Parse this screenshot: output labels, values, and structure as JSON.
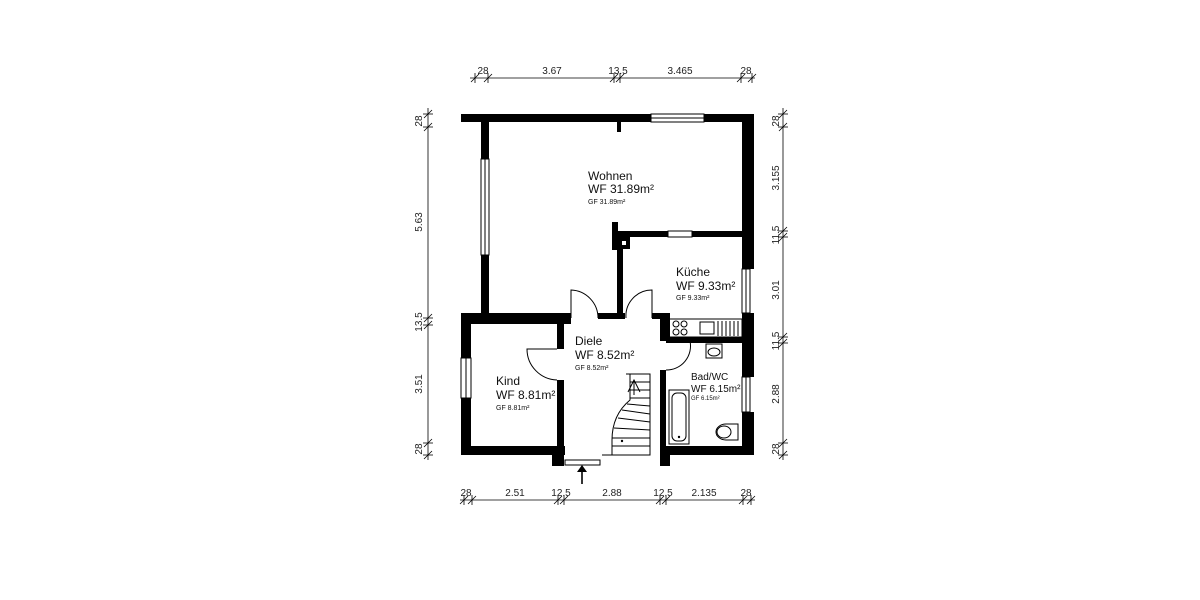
{
  "dimensions": {
    "top": [
      "28",
      "3.67",
      "13.5",
      "3.465",
      "28"
    ],
    "bottom": [
      "28",
      "2.51",
      "12.5",
      "2.88",
      "12.5",
      "2.135",
      "28"
    ],
    "left": [
      "28",
      "5.63",
      "13.5",
      "3.51",
      "28"
    ],
    "right": [
      "28",
      "3.155",
      "11.5",
      "3.01",
      "11.5",
      "2.88",
      "28"
    ]
  },
  "rooms": {
    "wohnen": {
      "name": "Wohnen",
      "wf": "WF 31.89m²",
      "gf": "GF 31.89m²"
    },
    "kueche": {
      "name": "Küche",
      "wf": "WF 9.33m²",
      "gf": "GF 9.33m²"
    },
    "diele": {
      "name": "Diele",
      "wf": "WF 8.52m²",
      "gf": "GF 8.52m²"
    },
    "kind": {
      "name": "Kind",
      "wf": "WF 8.81m²",
      "gf": "GF 8.81m²"
    },
    "bad": {
      "name": "Bad/WC",
      "wf": "WF 6.15m²",
      "gf": "GF 6.15m²"
    }
  }
}
